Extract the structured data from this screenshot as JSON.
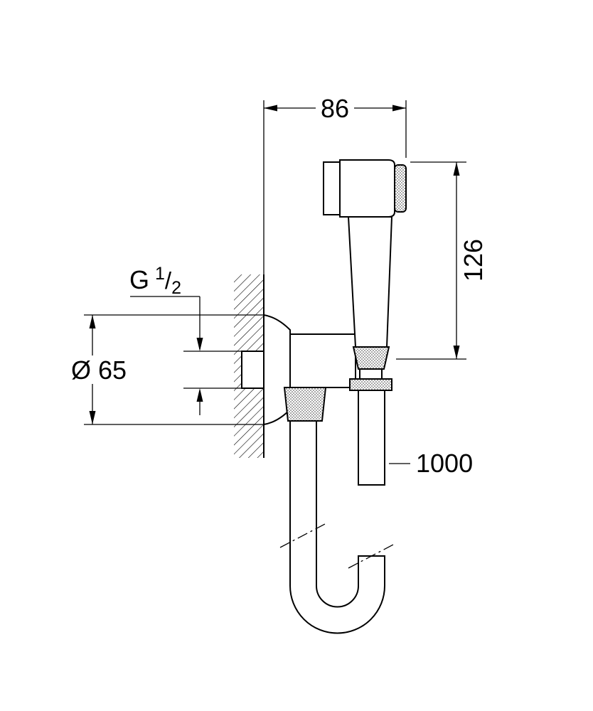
{
  "drawing": {
    "colors": {
      "line": "#000000",
      "background": "#ffffff"
    },
    "dimensions": {
      "wall_to_spray_face": "86",
      "head_to_holder_height": "126",
      "escutcheon_diameter": "Ø 65",
      "hose_length": "1000",
      "thread_label": {
        "prefix": "G",
        "numerator": "1",
        "slash": "/",
        "denominator": "2"
      }
    }
  }
}
